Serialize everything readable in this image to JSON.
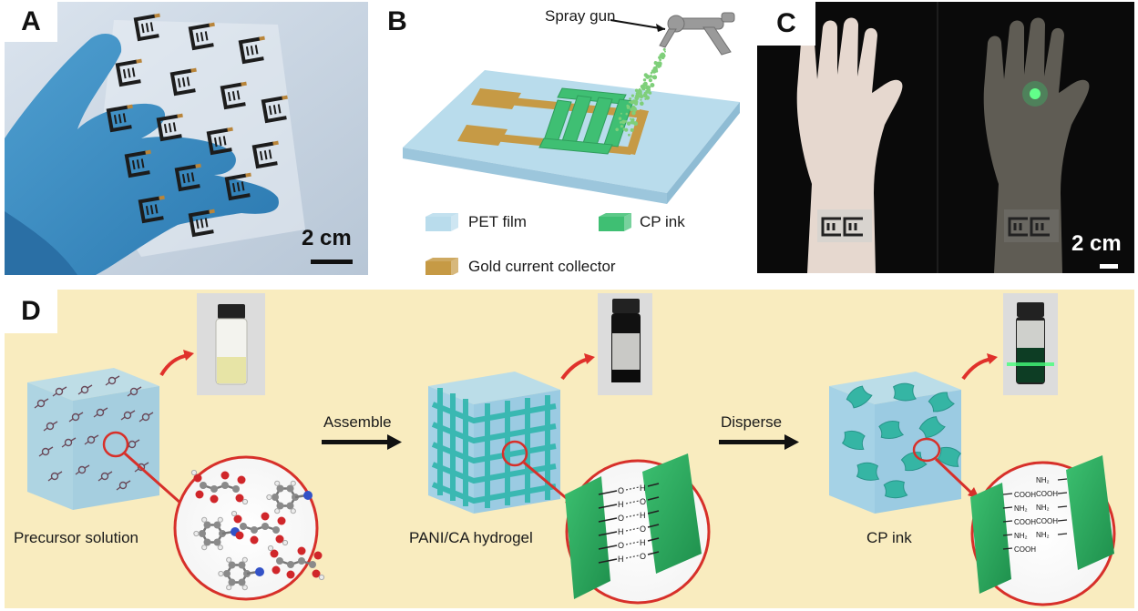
{
  "panels": {
    "a": {
      "label": "A",
      "scale_text": "2 cm"
    },
    "b": {
      "label": "B",
      "spray_label": "Spray gun",
      "legend": [
        {
          "label": "PET film",
          "color": "#b9dcec"
        },
        {
          "label": "CP ink",
          "color": "#3fbf73"
        },
        {
          "label": "Gold current collector",
          "color": "#c69a45"
        }
      ]
    },
    "c": {
      "label": "C",
      "scale_text": "2 cm"
    },
    "d": {
      "label": "D",
      "background": "#f9ecbf",
      "stages": [
        {
          "caption": "Precursor solution"
        },
        {
          "caption": "PANI/CA hydrogel"
        },
        {
          "caption": "CP ink"
        }
      ],
      "arrows": [
        {
          "label": "Assemble"
        },
        {
          "label": "Disperse"
        }
      ],
      "bond_letters": [
        "O",
        "H"
      ],
      "ink_groups": [
        "COOH",
        "NH₂"
      ]
    }
  }
}
